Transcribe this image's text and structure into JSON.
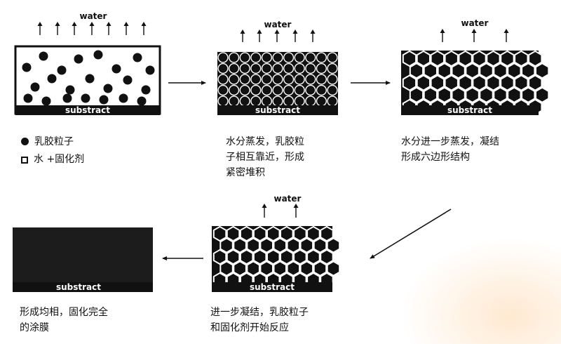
{
  "water_label": "water",
  "substrate_label": "substract",
  "legend": {
    "latex": "乳胶粒子",
    "water_curing": "水 +固化剂"
  },
  "captions": {
    "stage2": [
      "水分蒸发，乳胶粒",
      "子相互靠近，形成",
      "紧密堆积"
    ],
    "stage3": [
      "水分进一步蒸发，凝结",
      "形成六边形结构"
    ],
    "stage4": [
      "进一步凝结，乳胶粒子",
      "和固化剂开始反应"
    ],
    "stage5": [
      "形成均相，固化完全",
      "的涂膜"
    ]
  },
  "colors": {
    "ink": "#111111",
    "paper": "#ffffff",
    "film": "#1c1c1c"
  }
}
